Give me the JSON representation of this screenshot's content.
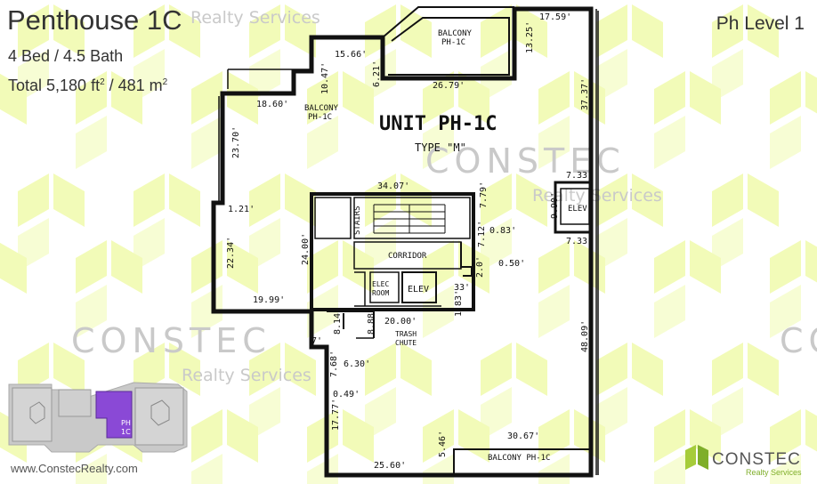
{
  "unit": {
    "title": "Penthouse 1C",
    "bed_bath": "4 Bed / 4.5 Bath",
    "total_label": "Total 5,180 ft",
    "total_sup": "2",
    "total_sep": " / 481 m",
    "total_sup2": "2",
    "level": "Ph Level 1"
  },
  "website": "www.ConstecRealty.com",
  "logo": {
    "name": "CONSTEC",
    "sub": "Realty Services",
    "icon": "constec-hexagon-icon"
  },
  "watermark": {
    "brand": "CONSTEC",
    "sub": "Realty Services",
    "partial": "Realty Services"
  },
  "floorplan": {
    "unit_label": "UNIT PH-1C",
    "type_label": "TYPE \"M\"",
    "rooms": {
      "balcony_top": [
        "BALCONY",
        "PH-1C"
      ],
      "balcony_left": [
        "BALCONY",
        "PH-1C"
      ],
      "balcony_bottom": "BALCONY PH-1C",
      "stairs": "STAIRS",
      "corridor": "CORRIDOR",
      "elev": "ELEV",
      "elev_right": "ELEV",
      "elec_room": [
        "ELEC",
        "ROOM"
      ],
      "trash_chute": [
        "TRASH",
        "CHUTE"
      ]
    },
    "dimensions": {
      "d1": "15.66'",
      "d2": "17.59'",
      "d3": "13.25'",
      "d4": "6.21'",
      "d5": "10.47'",
      "d6": "26.79'",
      "d7": "37.37'",
      "d8": "18.60'",
      "d9": "23.70'",
      "d10": "34.07'",
      "d11": "7.79'",
      "d12": "7.33'",
      "d13": "9.90'",
      "d14": "7.33'",
      "d15": "1.21'",
      "d16": "22.34'",
      "d17": "24.00'",
      "d18": "0.83'",
      "d19": "7.12'",
      "d20": "0.50'",
      "d21": "2.0'",
      "d22": "19.99'",
      "d23": "1.83'",
      "d24": "33'",
      "d25": "20.00'",
      "d26": "8.14'",
      "d27": "8.88'",
      "d28": "7'",
      "d29": "6.30'",
      "d30": "7.68'",
      "d31": "0.49'",
      "d32": "48.09'",
      "d33": "17.77'",
      "d34": "30.67'",
      "d35": "5.46'",
      "d36": "25.60'"
    }
  },
  "keyplan": {
    "unit_label_1": "PH",
    "unit_label_2": "1C",
    "highlight_color": "#8a49d6"
  },
  "colors": {
    "pattern": "#f4fcc0",
    "wall": "#111111"
  }
}
